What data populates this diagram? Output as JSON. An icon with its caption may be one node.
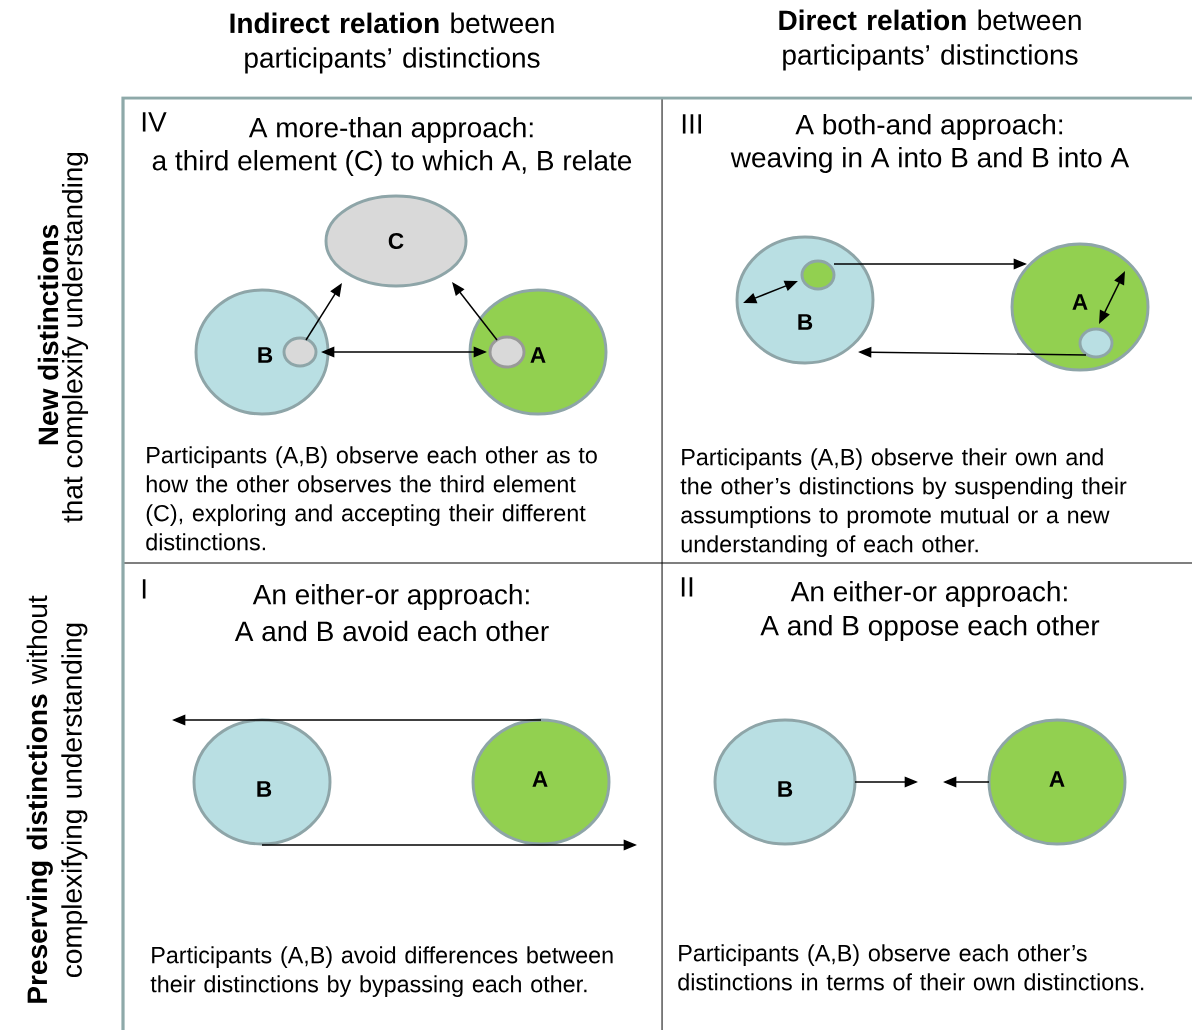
{
  "diagram": {
    "nodes": [
      {
        "text": [
          "IV",
          "A more-than approach:",
          "a third element (C) to which A, B relate",
          "Participants (A,B) observe each other as to how the other observes the third element (C), exploring and accepting their different distinctions."
        ]
      },
      {
        "text": [
          "C"
        ],
        "in": 0
      },
      {
        "text": [
          "B"
        ],
        "in": 0
      },
      {
        "text": [],
        "shape": "circle",
        "in": 2
      },
      {
        "text": [
          "A"
        ],
        "in": 0
      },
      {
        "text": [],
        "shape": "circle",
        "in": 4
      },
      {
        "text": [
          "III",
          "A both-and approach:",
          "weaving in A into B and B into A",
          "Participants (A,B) observe their own and the other’s distinctions by suspending their assumptions to promote mutual or a new understanding of each other."
        ]
      },
      {
        "text": [
          "B"
        ],
        "in": 6
      },
      {
        "text": [],
        "shape": "circle",
        "in": 7
      },
      {
        "text": [
          "A"
        ],
        "in": 6
      },
      {
        "text": [],
        "shape": "circle",
        "in": 9
      },
      {
        "text": [
          "I",
          "An either-or approach:",
          "A and B avoid each other",
          "Participants (A,B) avoid differences between their distinctions by bypassing each other."
        ]
      },
      {
        "text": [
          "B"
        ],
        "in": 11
      },
      {
        "text": [
          "A"
        ],
        "in": 11
      },
      {
        "text": [
          "II",
          "An either-or approach:",
          "A and B oppose each other",
          "Participants (A,B) observe each other’s distinctions in terms of their own distinctions."
        ]
      },
      {
        "text": [
          "B"
        ],
        "in": 14
      },
      {
        "text": [
          "A"
        ],
        "in": 14
      }
    ],
    "edges": [
      {
        "from": 3,
        "to": 1,
        "arrow": "to"
      },
      {
        "from": 5,
        "to": 1,
        "arrow": "to"
      },
      {
        "from": 3,
        "to": 5,
        "arrow": "both"
      },
      {
        "from": 8,
        "to": 9,
        "arrow": "to"
      },
      {
        "from": 7,
        "to": 8,
        "arrow": "both"
      },
      {
        "from": 9,
        "to": 10,
        "arrow": "both"
      },
      {
        "from": 10,
        "to": 7,
        "arrow": "to"
      },
      {
        "from": 13,
        "to": null,
        "arrow": "to"
      },
      {
        "from": 12,
        "to": null,
        "arrow": "to"
      },
      {
        "from": 15,
        "to": null,
        "arrow": "to"
      },
      {
        "from": 16,
        "to": null,
        "arrow": "to"
      }
    ],
    "labels": [
      "**Indirect relation** between participants’ distinctions",
      "**Direct relation** between participants’ distinctions",
      "New distinctions",
      "that complexify understanding",
      "**Preserving distinctions** without complexifying understanding"
    ]
  }
}
